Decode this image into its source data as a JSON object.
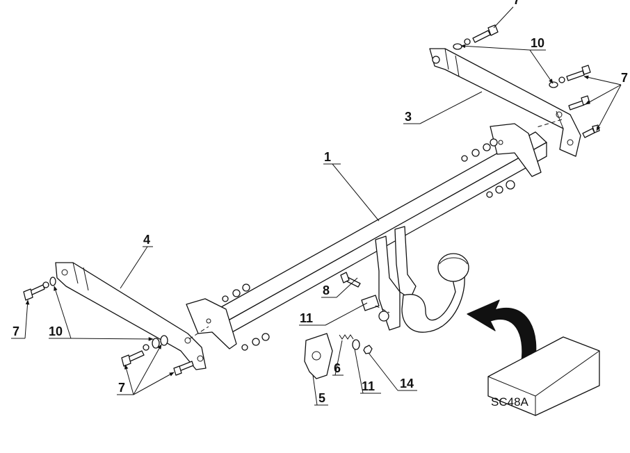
{
  "labels": {
    "frame": "1",
    "right_bracket": "3",
    "left_bracket": "4",
    "socket_plate": "5",
    "spring": "6",
    "bolt": "7",
    "bolt_bracket": "8",
    "washer_large": "10",
    "washer_small": "11",
    "nut": "14"
  },
  "product_box": {
    "code": "SC48A"
  }
}
